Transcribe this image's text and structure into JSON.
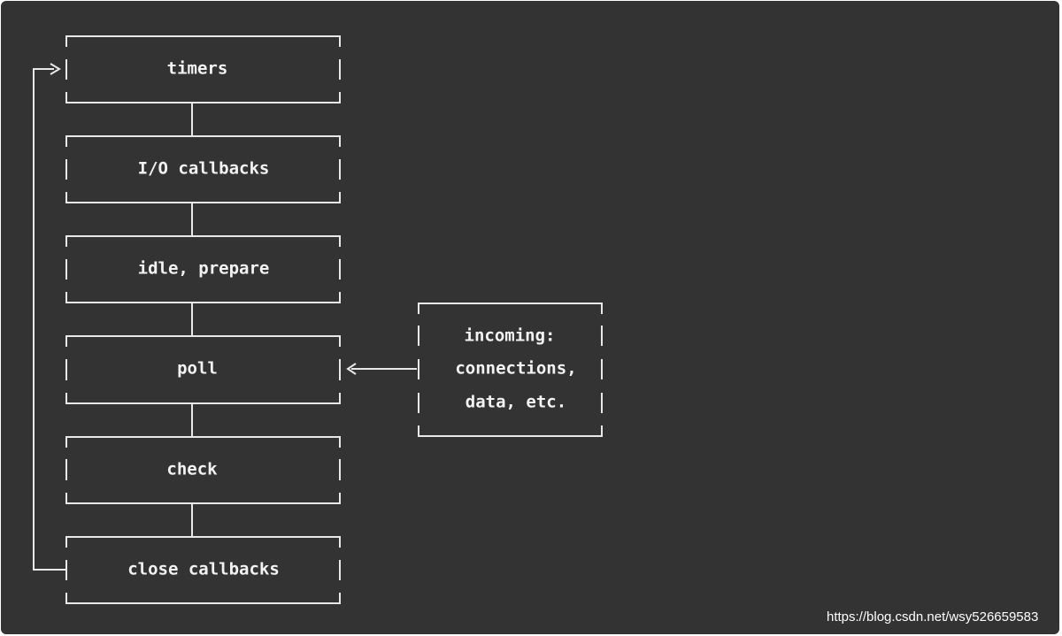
{
  "diagram": {
    "phases": [
      {
        "label": "timers"
      },
      {
        "label": "I/O callbacks"
      },
      {
        "label": "idle, prepare"
      },
      {
        "label": "poll"
      },
      {
        "label": "check"
      },
      {
        "label": "close callbacks"
      }
    ],
    "incoming": {
      "lines": [
        "incoming:",
        "connections,",
        "data, etc."
      ]
    },
    "colors": {
      "background": "#333334",
      "stroke": "#e8e8e8",
      "text": "#f2f2f2"
    }
  },
  "watermark": "https://blog.csdn.net/wsy526659583"
}
